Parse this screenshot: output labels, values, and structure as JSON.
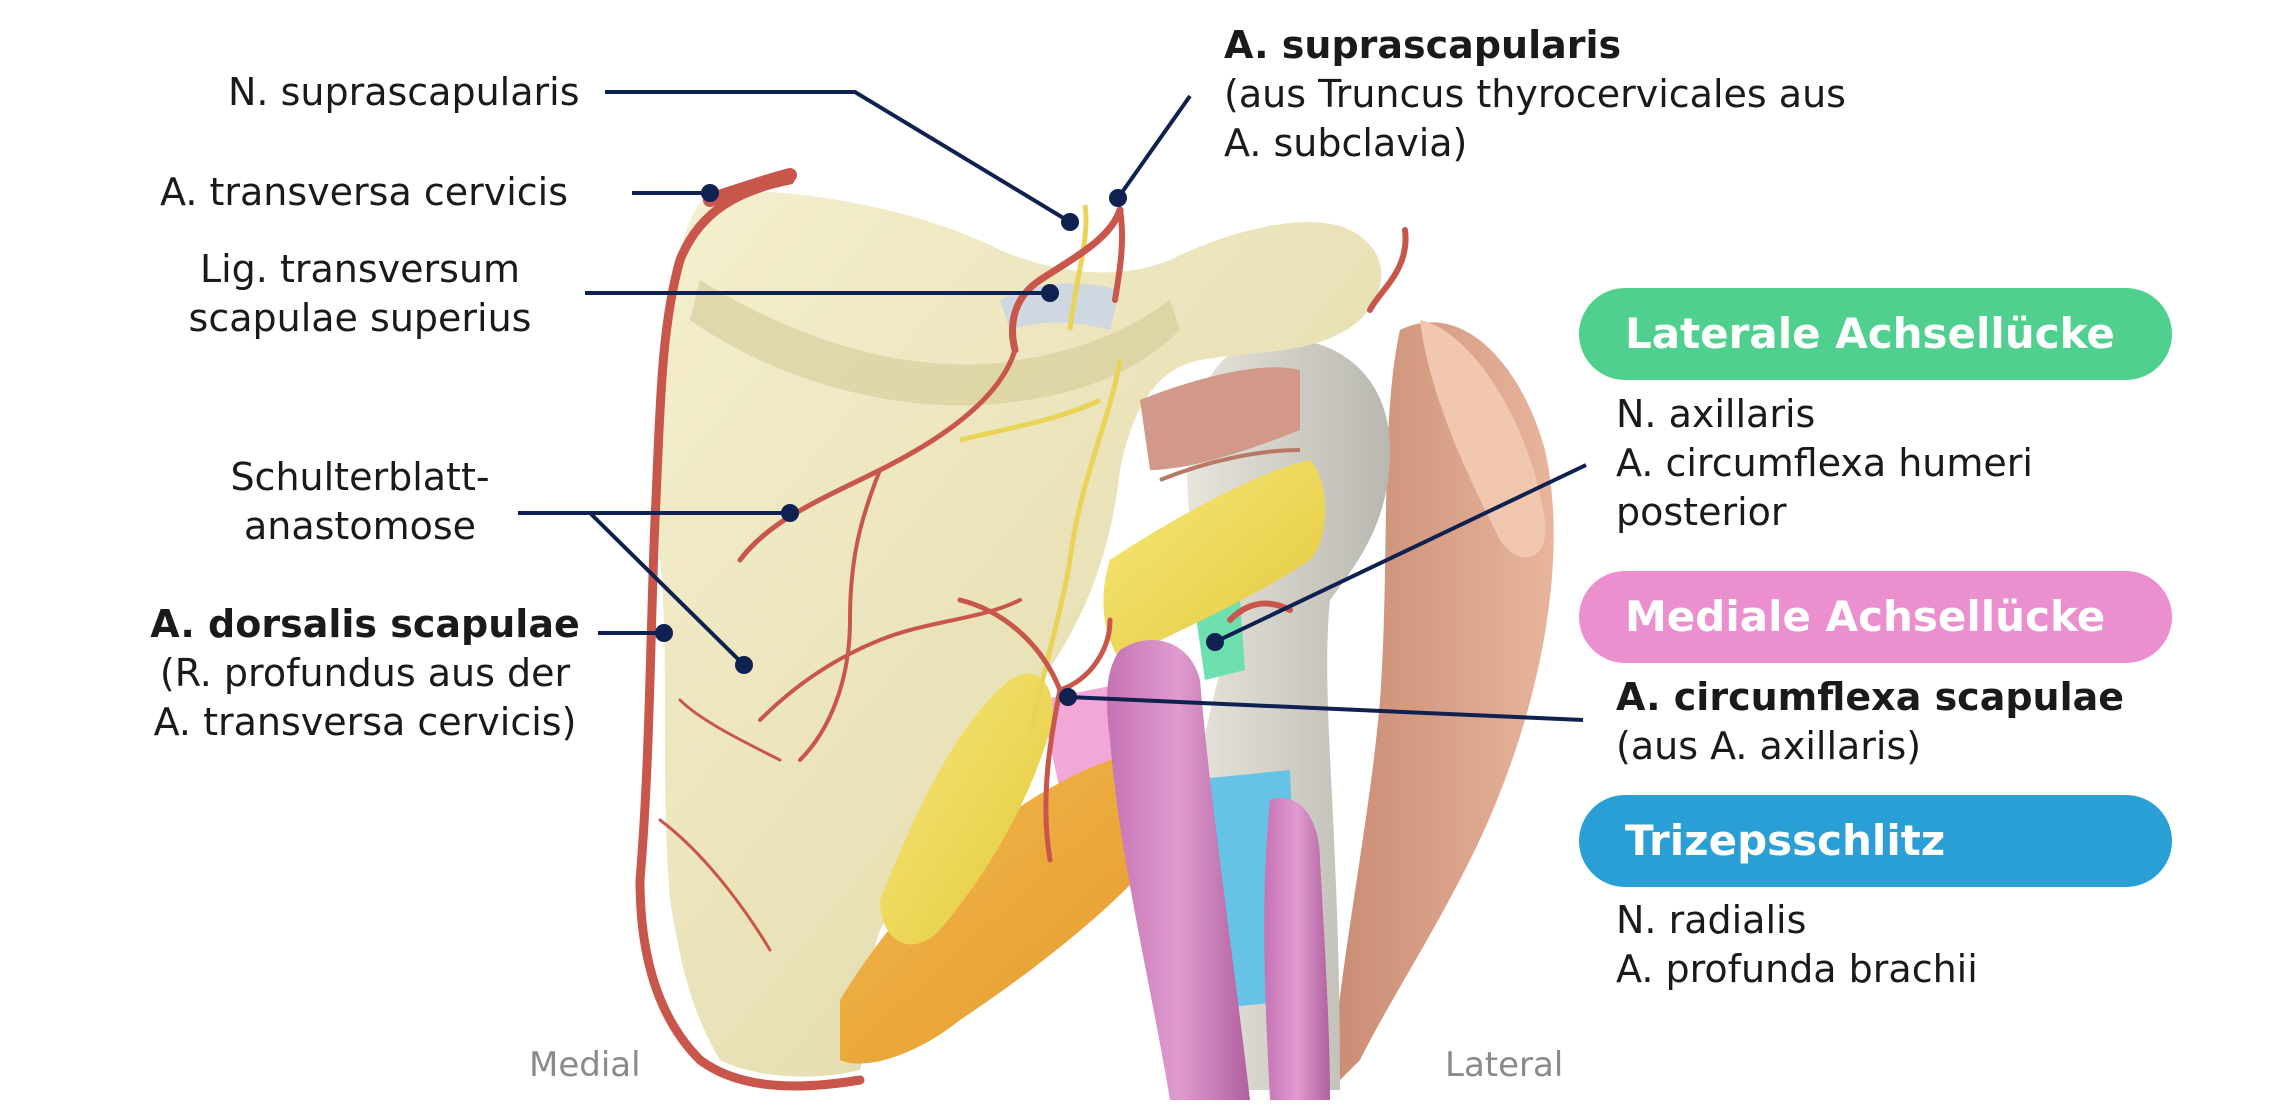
{
  "colors": {
    "leader": "#0f2150",
    "laterale": "#4fd08f",
    "mediale": "#ec8fcf",
    "trizeps": "#2a9fd6"
  },
  "labels": {
    "n_suprascapularis": "N. suprascapularis",
    "a_transversa_cervicis": "A. transversa cervicis",
    "lig_transversum": [
      "Lig. transversum",
      "scapulae superius"
    ],
    "schulterblatt": [
      "Schulterblatt-",
      "anastomose"
    ],
    "a_dorsalis": {
      "title": "A. dorsalis scapulae",
      "lines": [
        "(R. profundus aus der",
        "A. transversa cervicis)"
      ]
    },
    "a_suprascapularis": {
      "title": "A. suprascapularis",
      "lines": [
        "(aus Truncus thyrocervicales aus",
        "A. subclavia)"
      ]
    },
    "a_circumflexa_scapulae": {
      "title": "A. circumflexa scapulae",
      "lines": [
        "(aus A. axillaris)"
      ]
    }
  },
  "sections": [
    {
      "title": "Laterale Achsellücke",
      "items": [
        "N. axillaris",
        "A. circumflexa humeri",
        "posterior"
      ]
    },
    {
      "title": "Mediale Achsellücke"
    },
    {
      "title": "Trizepsschlitz",
      "items": [
        "N. radialis",
        "A. profunda brachii"
      ]
    }
  ],
  "directions": {
    "medial": "Medial",
    "lateral": "Lateral"
  }
}
